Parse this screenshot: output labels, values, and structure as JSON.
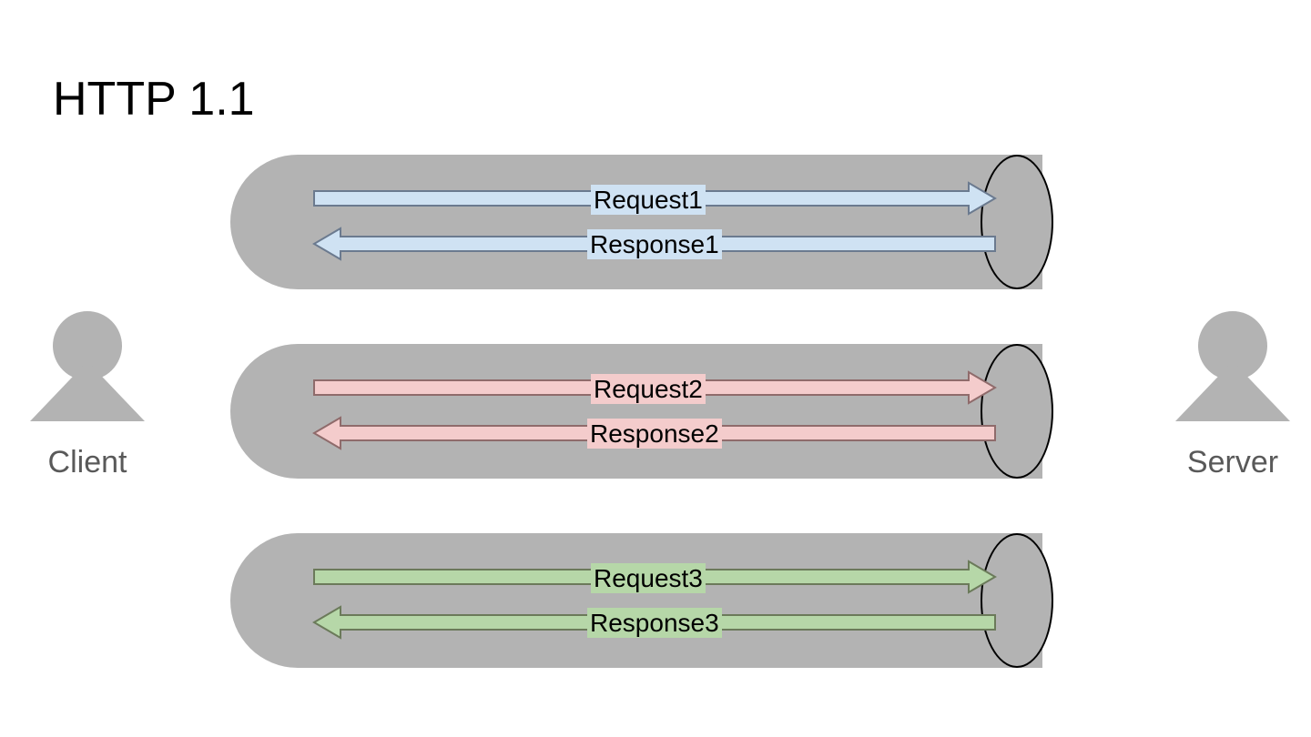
{
  "diagram": {
    "title": "HTTP 1.1",
    "type": "sequence-over-connections",
    "description": "HTTP 1.1 connection diagram showing three separate connections between a client and a server, each carrying one request and one response.",
    "colors": {
      "background": "#ffffff",
      "pipe_fill": "#b3b3b3",
      "pipe_cap_stroke": "#000000",
      "actor_fill": "#b3b3b3",
      "actor_label": "#595959",
      "title_text": "#000000",
      "connection1": "#cfe2f3",
      "connection1_stroke": "#6b7a8f",
      "connection2": "#f4cccc",
      "connection2_stroke": "#8f6b6b",
      "connection3": "#b6d7a8",
      "connection3_stroke": "#6b7a5a"
    }
  },
  "actors": {
    "client": {
      "label": "Client",
      "icon": "person-icon",
      "side": "left"
    },
    "server": {
      "label": "Server",
      "icon": "person-icon",
      "side": "right"
    }
  },
  "connections": [
    {
      "id": "connection-1",
      "color": "#cfe2f3",
      "stroke": "#6b7a8f",
      "messages": [
        {
          "label": "Request1",
          "direction": "right",
          "role": "request"
        },
        {
          "label": "Response1",
          "direction": "left",
          "role": "response"
        }
      ]
    },
    {
      "id": "connection-2",
      "color": "#f4cccc",
      "stroke": "#8f6b6b",
      "messages": [
        {
          "label": "Request2",
          "direction": "right",
          "role": "request"
        },
        {
          "label": "Response2",
          "direction": "left",
          "role": "response"
        }
      ]
    },
    {
      "id": "connection-3",
      "color": "#b6d7a8",
      "stroke": "#6b7a5a",
      "messages": [
        {
          "label": "Request3",
          "direction": "right",
          "role": "request"
        },
        {
          "label": "Response3",
          "direction": "left",
          "role": "response"
        }
      ]
    }
  ]
}
